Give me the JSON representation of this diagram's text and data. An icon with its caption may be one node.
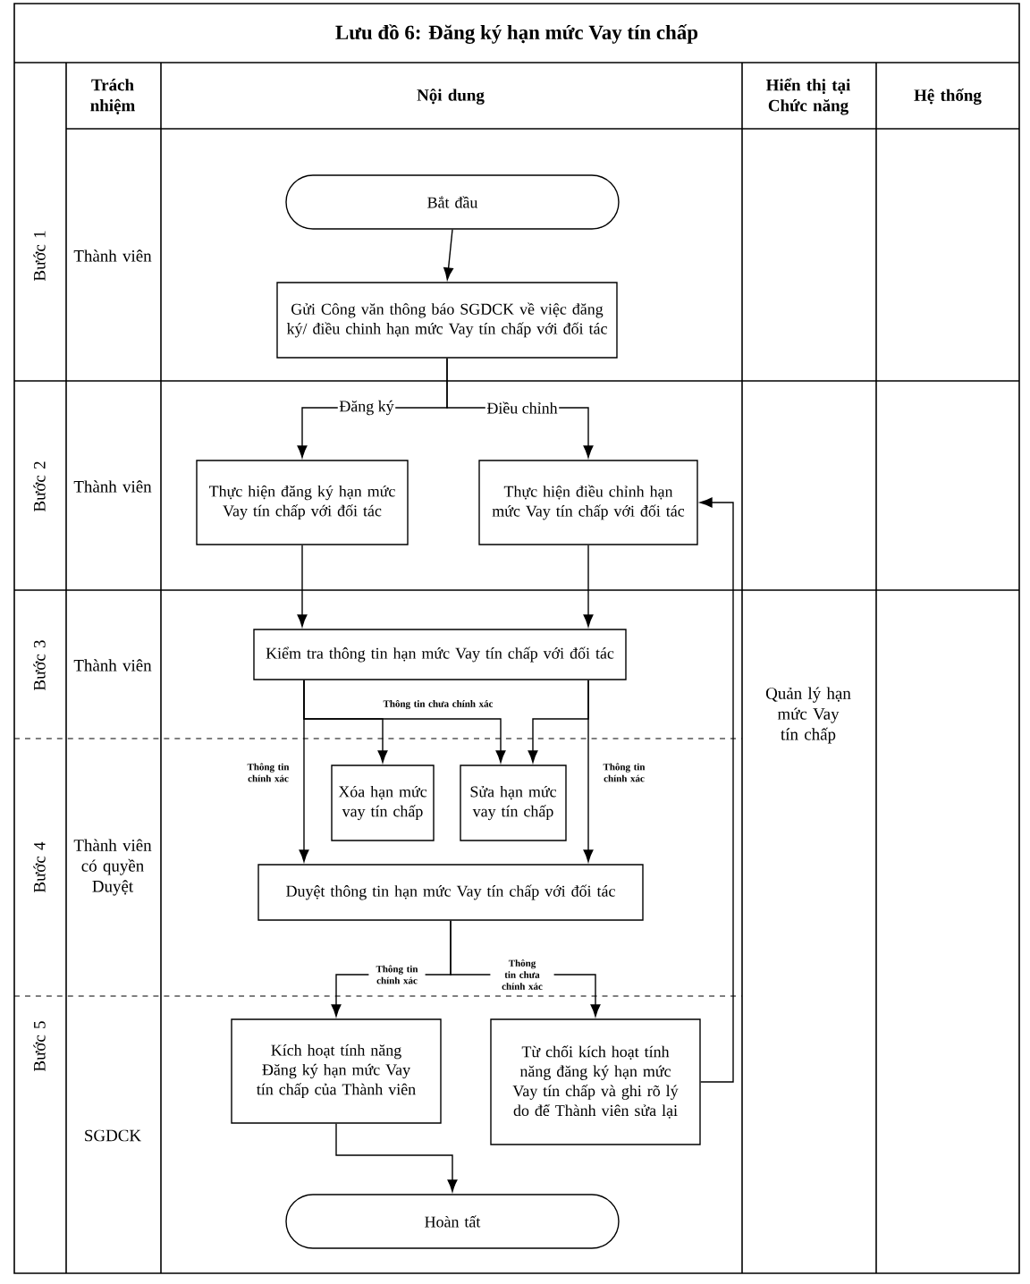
{
  "diagram": {
    "title": "Lưu đồ 6: Đăng ký hạn mức Vay tín chấp",
    "nodes": [
      {
        "text": [
          "Bắt đầu"
        ]
      },
      {
        "text": [
          "Gửi Công văn thông báo SGDCK về việc đăng ký/ điều chinh hạn mức Vay tín chấp với đối tác"
        ]
      },
      {
        "text": [
          "Thực hiện đăng ký hạn mức Vay tín chấp với đối tác"
        ]
      },
      {
        "text": [
          "Thực hiện điều chỉnh hạn mức Vay tín chấp với đối tác"
        ]
      },
      {
        "text": [
          "Kiểm tra thông tin hạn mức Vay tín chấp với đối tác"
        ]
      },
      {
        "text": [
          "Xóa hạn mức vay tín chấp"
        ]
      },
      {
        "text": [
          "Sửa hạn mức vay tín chấp"
        ]
      },
      {
        "text": [
          "Duyệt thông tin hạn mức Vay tín chấp với đối tác"
        ]
      },
      {
        "text": [
          "Kích hoạt tính năng Đăng ký hạn mức Vay tín chấp của Thành viên"
        ]
      },
      {
        "text": [
          "Từ chối kích hoạt tính năng đăng ký hạn mức Vay tín chấp và ghi rõ lý do để Thành viên sửa lại"
        ]
      },
      {
        "text": [
          "Hoàn tất"
        ]
      }
    ],
    "edges": [
      {
        "from": 0,
        "to": 1,
        "arrow": "to"
      },
      {
        "from": 1,
        "to": 2,
        "arrow": "to",
        "label": "Đăng ký"
      },
      {
        "from": 1,
        "to": 3,
        "arrow": "to",
        "label": "Điều chỉnh"
      },
      {
        "from": 2,
        "to": 4,
        "arrow": "to"
      },
      {
        "from": 3,
        "to": 4,
        "arrow": "to"
      },
      {
        "from": 4,
        "to": 5,
        "arrow": "to"
      },
      {
        "from": 4,
        "to": 6,
        "arrow": "to",
        "label": "Thông tin chưa chính xác"
      },
      {
        "from": 4,
        "to": 6,
        "arrow": "to"
      },
      {
        "from": 4,
        "to": 7,
        "arrow": "to",
        "label": "Thông tin chính xác"
      },
      {
        "from": 4,
        "to": 7,
        "arrow": "to",
        "label": "Thông tin chính xác"
      },
      {
        "from": 7,
        "to": 8,
        "arrow": "to",
        "label": "Thông tin chính xác"
      },
      {
        "from": 7,
        "to": 9,
        "arrow": "to",
        "label": "Thông tin chưa chính xác"
      },
      {
        "from": 9,
        "to": 3,
        "arrow": "to"
      },
      {
        "from": 8,
        "to": 10,
        "arrow": "to"
      }
    ],
    "labels": [
      "Trách nhiệm",
      "Nội dung",
      "Hiển thị tại Chức năng",
      "Hệ thống",
      "Bước 1",
      "Thành viên",
      "Bước 2",
      "Thành viên",
      "Bước 3",
      "Thành viên",
      "Quản lý hạn mức Vay tín chấp",
      "Bước 4",
      "Thành viên có quyền Duyệt",
      "Bước 5",
      "SGDCK"
    ]
  }
}
